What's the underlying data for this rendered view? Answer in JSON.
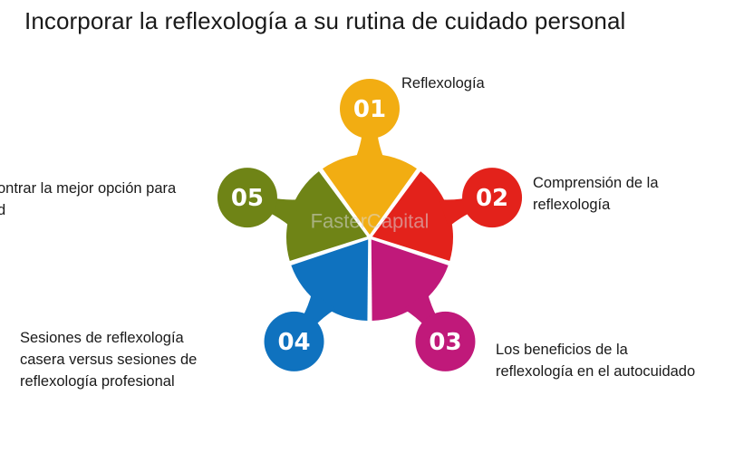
{
  "title": "Incorporar la reflexología a su rutina de cuidado personal",
  "watermark": "FasterCapital",
  "steps": [
    {
      "number": "01",
      "label": "Reflexología",
      "color": "#f2ad12"
    },
    {
      "number": "02",
      "label": "Comprensión de la\nreflexología",
      "color": "#e3221b"
    },
    {
      "number": "03",
      "label": "Los beneficios de la\nreflexología en el autocuidado",
      "color": "#c0197a"
    },
    {
      "number": "04",
      "label": "Sesiones de reflexología\ncasera versus sesiones de\nreflexología profesional",
      "color": "#0f72bf"
    },
    {
      "number": "05",
      "label": "ontrar la mejor opción para\nd",
      "color": "#6f8416"
    }
  ]
}
